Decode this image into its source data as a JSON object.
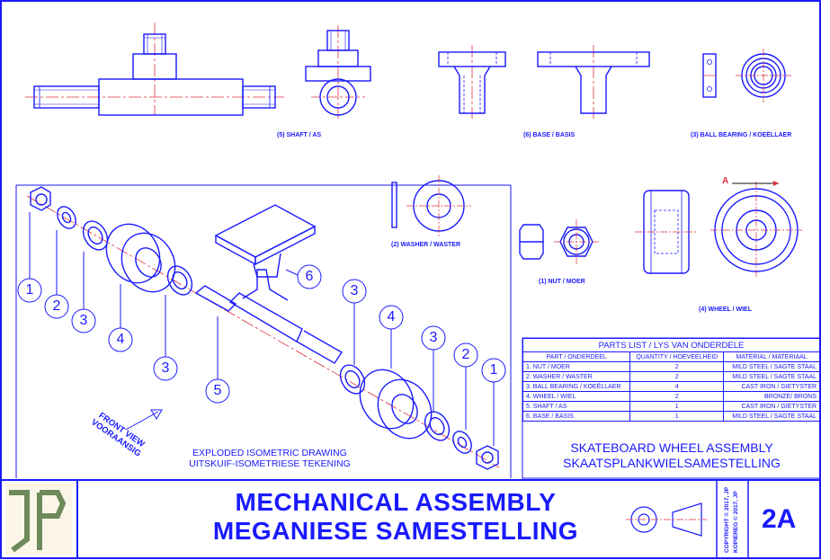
{
  "views": {
    "shaft": "(5) SHAFT / AS",
    "base": "(6) BASE / BASIS",
    "bearing": "(3) BALL BEARING / KOEËLLAER",
    "washer": "(2) WASHER / WASTER",
    "nut": "(1) NUT / MOER",
    "wheel": "(4) WHEEL / WIEL",
    "section_mark": "A"
  },
  "exploded": {
    "front_view": [
      "FRONT VIEW",
      "VOORAANSIG"
    ],
    "caption": [
      "EXPLODED ISOMETRIC DRAWING",
      "UITSKUIF-ISOMETRIESE TEKENING"
    ],
    "balloons": [
      "1",
      "2",
      "3",
      "4",
      "3",
      "5",
      "6",
      "3",
      "4",
      "3",
      "2",
      "1"
    ]
  },
  "parts_list": {
    "title": "PARTS LIST / LYS VAN ONDERDELE",
    "headers": [
      "PART / ONDERDEEL",
      "QUANTITY / HOEVEELHEID",
      "MATERIAL / MATERIAAL"
    ],
    "rows": [
      [
        "1. NUT / MOER",
        "2",
        "MILD STEEL / SAGTE STAAL"
      ],
      [
        "2. WASHER / WASTER",
        "2",
        "MILD STEEL / SAGTE STAAL"
      ],
      [
        "3. BALL BEARING / KOEËLLAER",
        "4",
        "CAST IRON / GIETYSTER"
      ],
      [
        "4. WHEEL / WIEL",
        "2",
        "BRONZE/ BRONS"
      ],
      [
        "5. SHAFT / AS",
        "1",
        "CAST IRON / GIETYSTER"
      ],
      [
        "6. BASE / BASIS",
        "1",
        "MILD STEEL / SAGTE STAAL"
      ]
    ]
  },
  "assembly": {
    "line1": "SKATEBOARD WHEEL ASSEMBLY",
    "line2": "SKAATSPLANKWIELSAMESTELLING"
  },
  "title_block": {
    "logo": "JP",
    "title1": "MECHANICAL ASSEMBLY",
    "title2": "MEGANIESE SAMESTELLING",
    "copyright1": "COPYRIGHT © 2017, JP",
    "copyright2": "KOPIEREG © 2017, JP",
    "sheet": "2A"
  },
  "colors": {
    "line": "#1a1aff",
    "center": "#e0303c",
    "logo_gold": "#c9a642",
    "logo_green": "#6e8a5a"
  }
}
